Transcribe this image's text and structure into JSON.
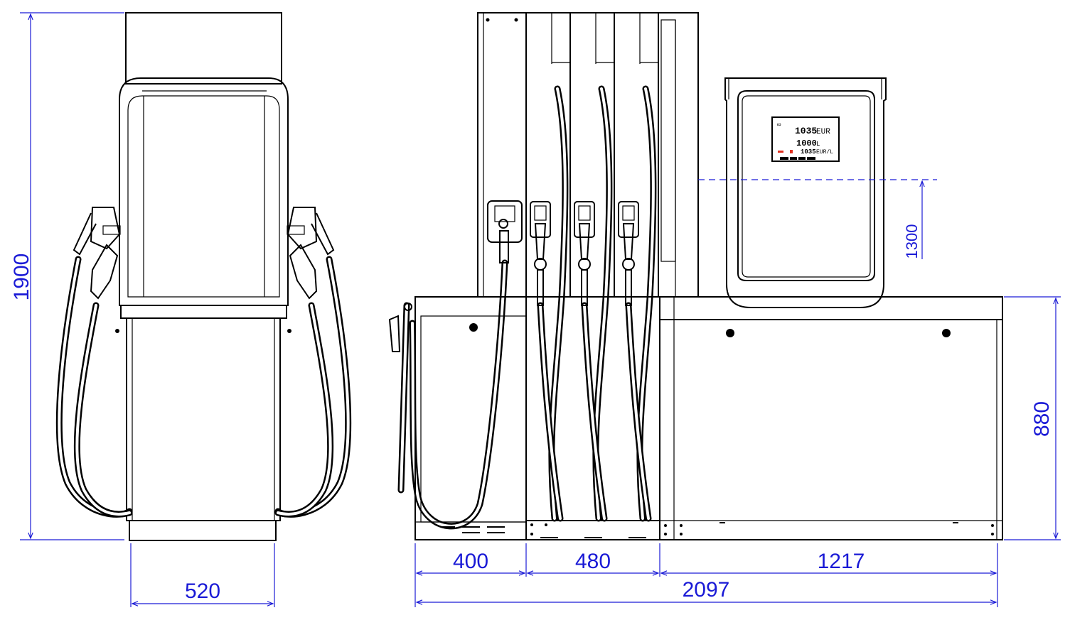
{
  "dimensions": {
    "height_total": "1900",
    "width_front": "520",
    "display_height": "1300",
    "base_height": "880",
    "segment_1": "400",
    "segment_2": "480",
    "segment_3": "1217",
    "length_total": "2097"
  },
  "display": {
    "amount": "1035",
    "amount_unit": "EUR",
    "volume": "1000",
    "volume_unit": "L",
    "price": "1035",
    "price_unit": "EUR/L"
  },
  "colors": {
    "dimension_lines": "#1a1ad6",
    "outline": "#000000",
    "lcd_indicator": "#e03020"
  }
}
